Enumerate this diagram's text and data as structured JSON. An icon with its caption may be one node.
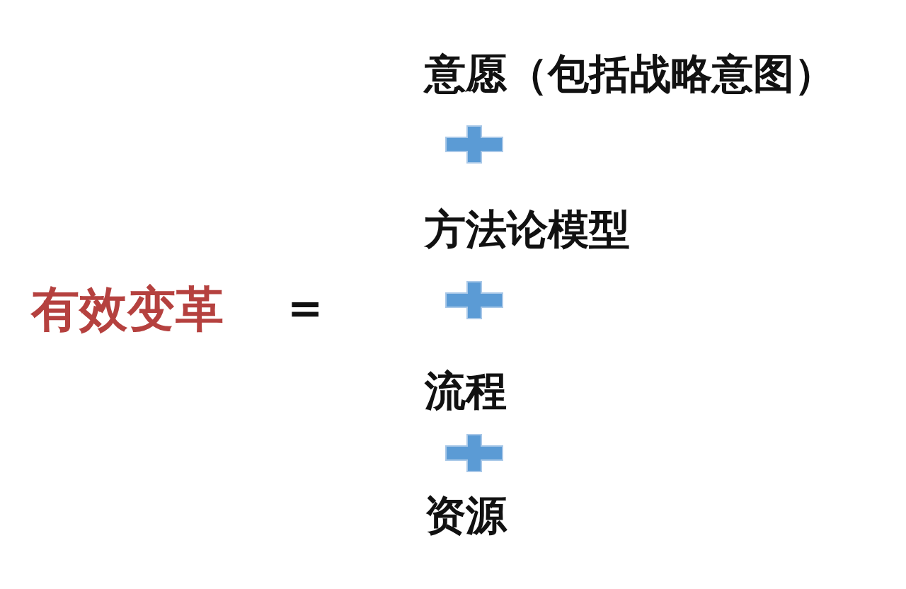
{
  "diagram": {
    "labels": [
      "有效变革",
      "=",
      "意愿（包括战略意图）",
      "方法论模型",
      "流程",
      "资源"
    ]
  }
}
